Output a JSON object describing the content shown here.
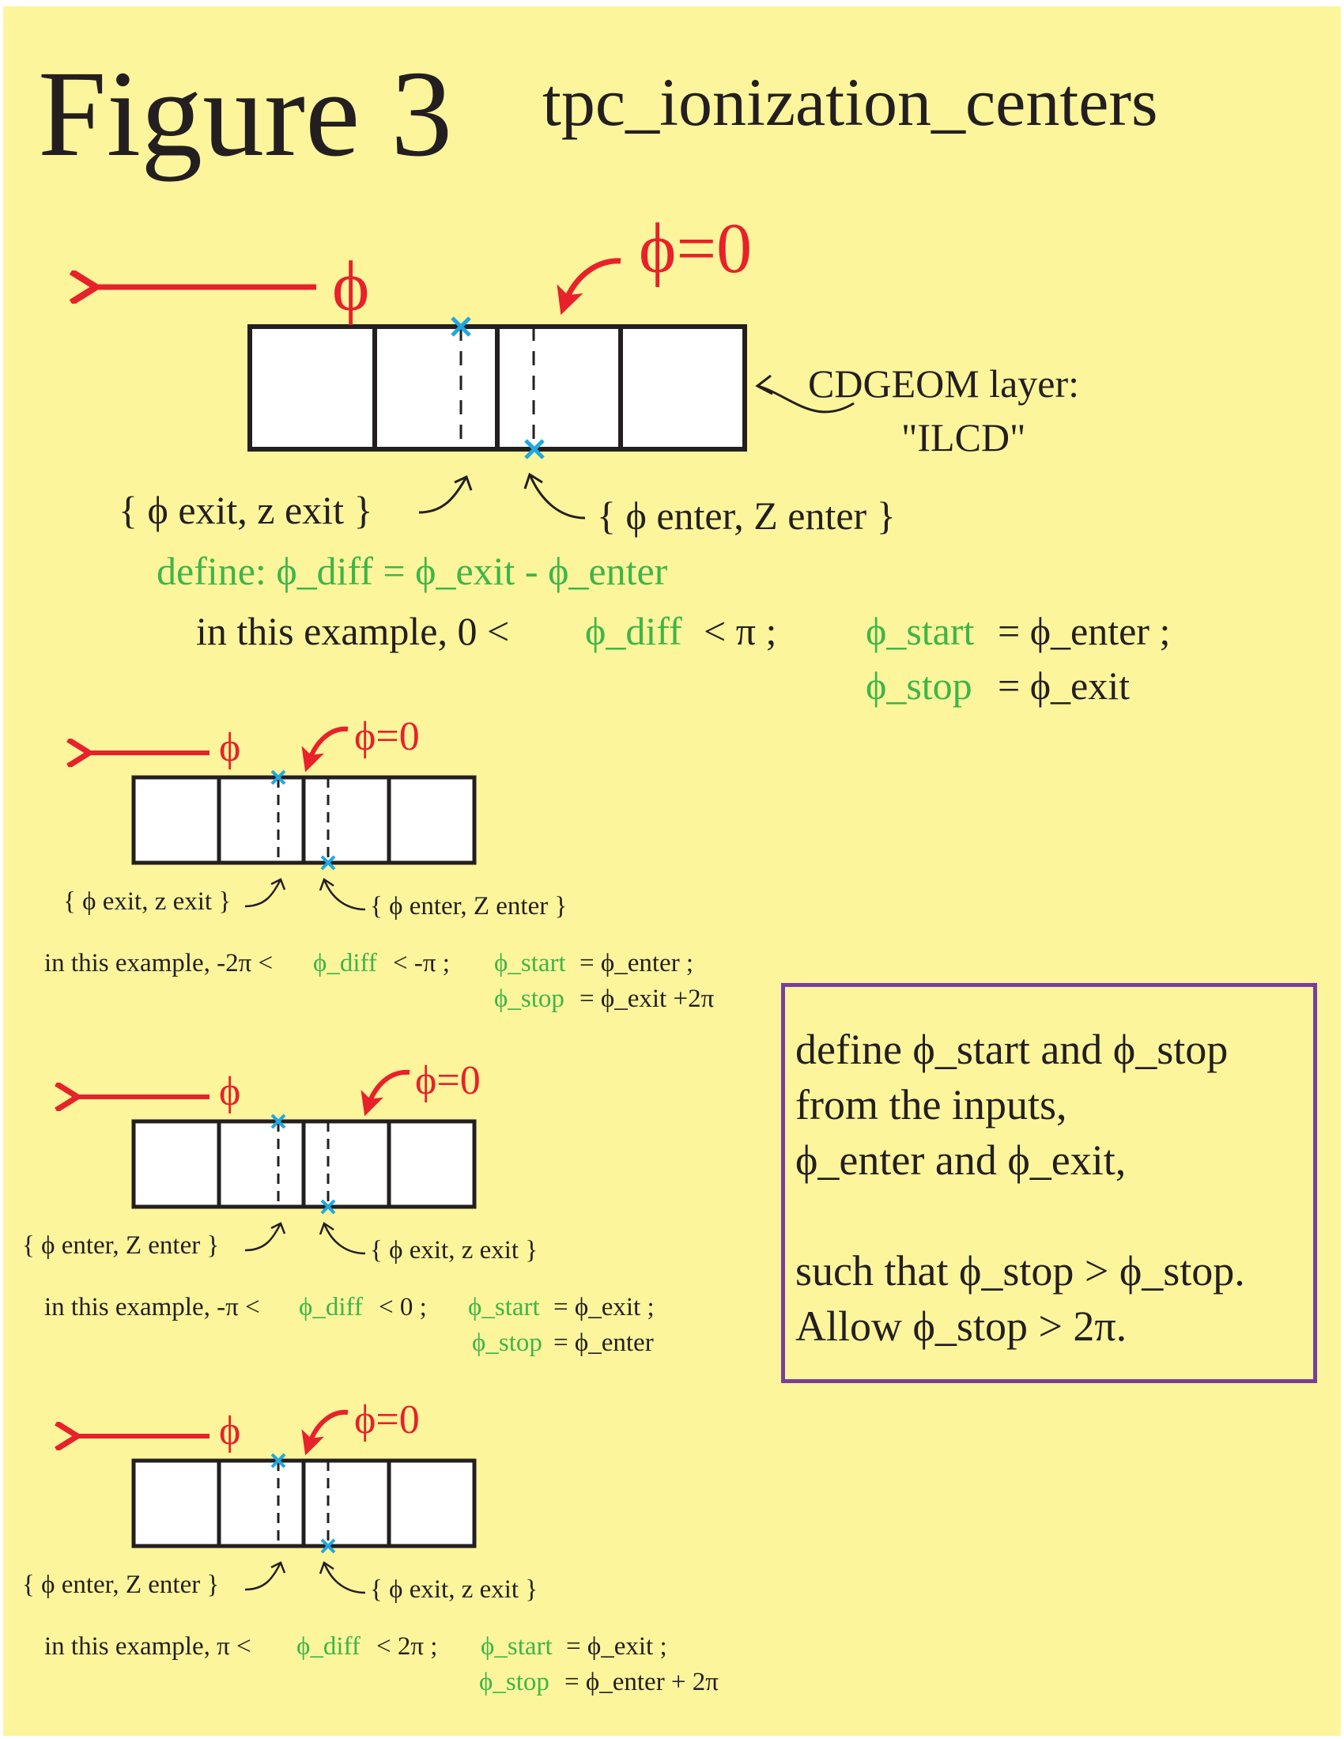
{
  "figure": {
    "label": "Figure 3",
    "name": "tpc_ionization_centers"
  },
  "main_diagram": {
    "phi_label": "ϕ",
    "phi_zero_label": "ϕ=0",
    "layer_label_line1": "CDGEOM layer:",
    "layer_label_line2": "\"ILCD\"",
    "exit_label": "{ ϕ exit, z exit }",
    "enter_label": "{ ϕ enter, Z enter }",
    "define_text": "define: ϕ_diff = ϕ_exit - ϕ_enter",
    "example_prefix": "in this example, 0 <",
    "example_diff": "ϕ_diff",
    "example_suffix": "< π ;",
    "start_var": "ϕ_start",
    "start_value": "= ϕ_enter ;",
    "stop_var": "ϕ_stop",
    "stop_value": "= ϕ_exit"
  },
  "example1": {
    "phi_label": "ϕ",
    "phi_zero_label": "ϕ=0",
    "left_label": "{ ϕ exit, z exit }",
    "right_label": "{ ϕ enter, Z enter }",
    "range_prefix": "in this example, -2π <",
    "range_diff": "ϕ_diff",
    "range_suffix": "< -π ;",
    "start_var": "ϕ_start",
    "start_value": "= ϕ_enter ;",
    "stop_var": "ϕ_stop",
    "stop_value": "= ϕ_exit +2π"
  },
  "example2": {
    "phi_label": "ϕ",
    "phi_zero_label": "ϕ=0",
    "left_label": "{ ϕ enter, Z enter }",
    "right_label": "{ ϕ exit, z exit }",
    "range_prefix": "in this example, -π <",
    "range_diff": "ϕ_diff",
    "range_suffix": "< 0 ;",
    "start_var": "ϕ_start",
    "start_value": "= ϕ_exit ;",
    "stop_var": "ϕ_stop",
    "stop_value": "= ϕ_enter"
  },
  "example3": {
    "phi_label": "ϕ",
    "phi_zero_label": "ϕ=0",
    "left_label": "{ ϕ enter, Z enter }",
    "right_label": "{ ϕ exit, z exit }",
    "range_prefix": "in this example,  π <",
    "range_diff": "ϕ_diff",
    "range_suffix": "< 2π ;",
    "start_var": "ϕ_start",
    "start_value": "= ϕ_exit ;",
    "stop_var": "ϕ_stop",
    "stop_value": "= ϕ_enter + 2π"
  },
  "note_box": {
    "line1": "define   ϕ_start and  ϕ_stop",
    "line2": "from the inputs,",
    "line3": " ϕ_enter and  ϕ_exit,",
    "line4": "such that  ϕ_stop >  ϕ_stop.",
    "line5": "Allow  ϕ_stop > 2π."
  },
  "colors": {
    "background": "#fdf59b",
    "red": "#e8212a",
    "green": "#3db54a",
    "cyan": "#1fa8e0",
    "purple": "#7a3e9a",
    "black": "#231f20"
  }
}
